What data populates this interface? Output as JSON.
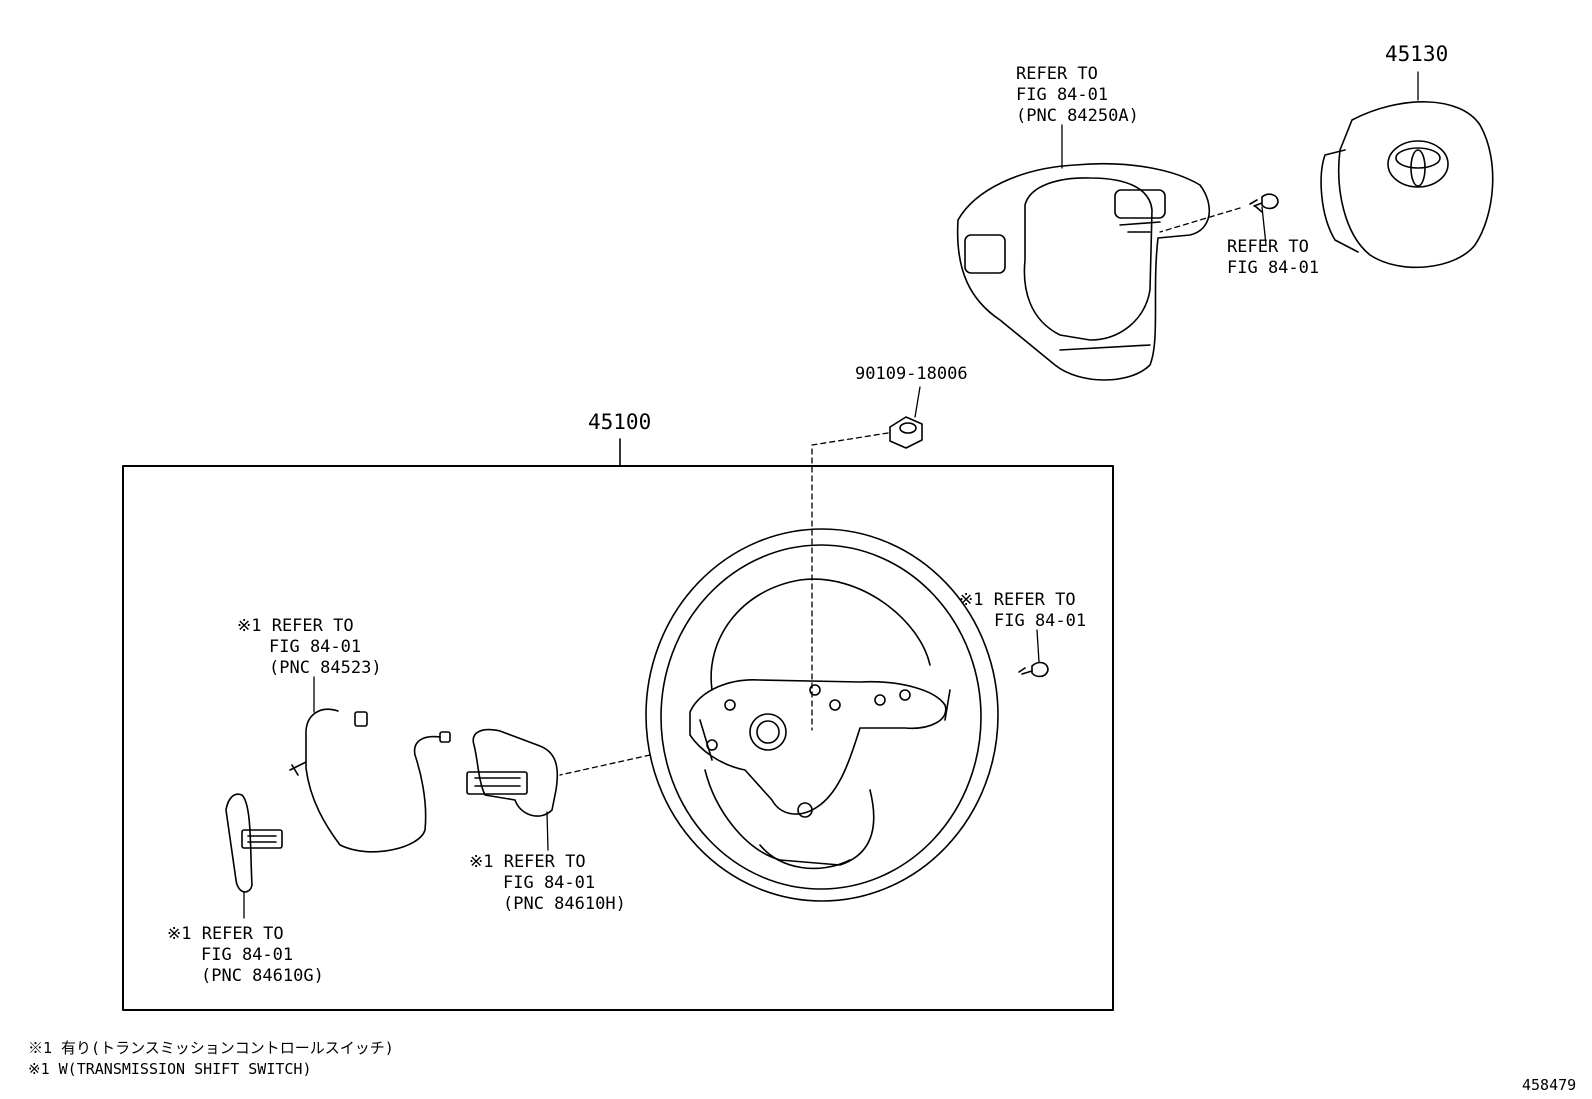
{
  "parts": {
    "assembly": "45100",
    "pad": "45130",
    "nut": "90109-18006"
  },
  "refs": {
    "cover": [
      "REFER TO",
      "FIG 84-01",
      "(PNC 84250A)"
    ],
    "pad_screw": [
      "REFER TO",
      "FIG 84-01"
    ],
    "right_screw": [
      "※1 REFER TO",
      "FIG 84-01"
    ],
    "wire": [
      "※1 REFER TO",
      "FIG 84-01",
      "(PNC 84523)"
    ],
    "right_switch": [
      "※1 REFER TO",
      "FIG 84-01",
      "(PNC 84610H)"
    ],
    "left_switch": [
      "※1 REFER TO",
      "FIG 84-01",
      "(PNC 84610G)"
    ]
  },
  "notes": [
    "※1 有り(トランスミッションコントロールスイッチ)",
    "※1 W(TRANSMISSION SHIFT SWITCH)"
  ],
  "figure_id": "458479",
  "colors": {
    "ink": "#000000",
    "background": "#ffffff"
  }
}
